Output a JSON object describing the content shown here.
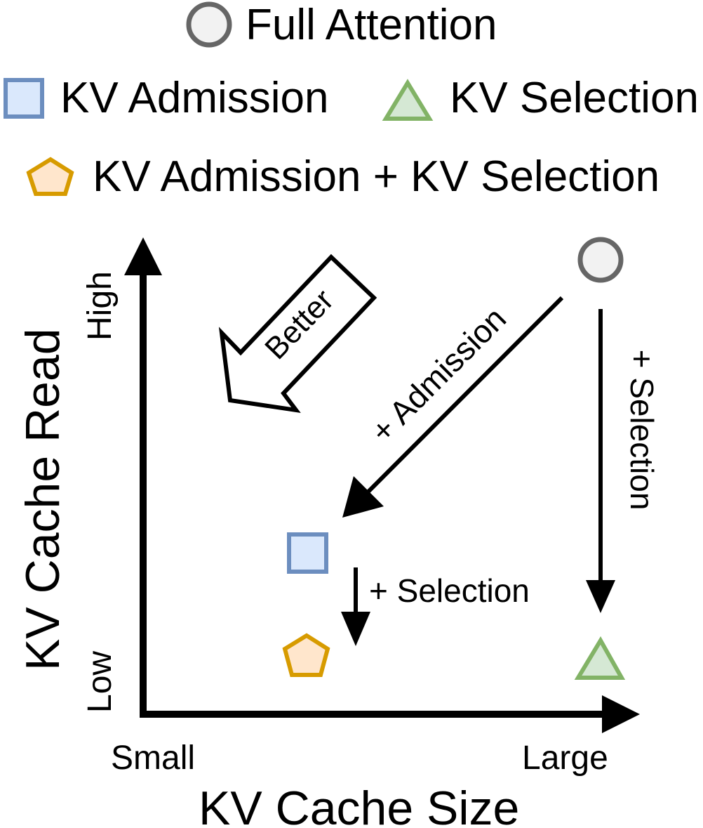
{
  "legend": {
    "full_attention": "Full Attention",
    "kv_admission": "KV Admission",
    "kv_selection": "KV Selection",
    "kv_admission_selection": "KV Admission + KV Selection"
  },
  "axes": {
    "x_title": "KV Cache Size",
    "y_title": "KV Cache Read",
    "x_low": "Small",
    "x_high": "Large",
    "y_low": "Low",
    "y_high": "High"
  },
  "annotations": {
    "better": "Better",
    "plus_admission": "+ Admission",
    "plus_selection_short": "+ Selection",
    "plus_selection_vertical": "+ Selection"
  },
  "colors": {
    "full_attention_fill": "#f2f2f2",
    "full_attention_stroke": "#666666",
    "kv_admission_fill": "#dae8fc",
    "kv_admission_stroke": "#6c8ebf",
    "kv_selection_fill": "#d5e8d4",
    "kv_selection_stroke": "#82b366",
    "kv_admission_selection_fill": "#ffe6cc",
    "kv_admission_selection_stroke": "#d79b00"
  }
}
